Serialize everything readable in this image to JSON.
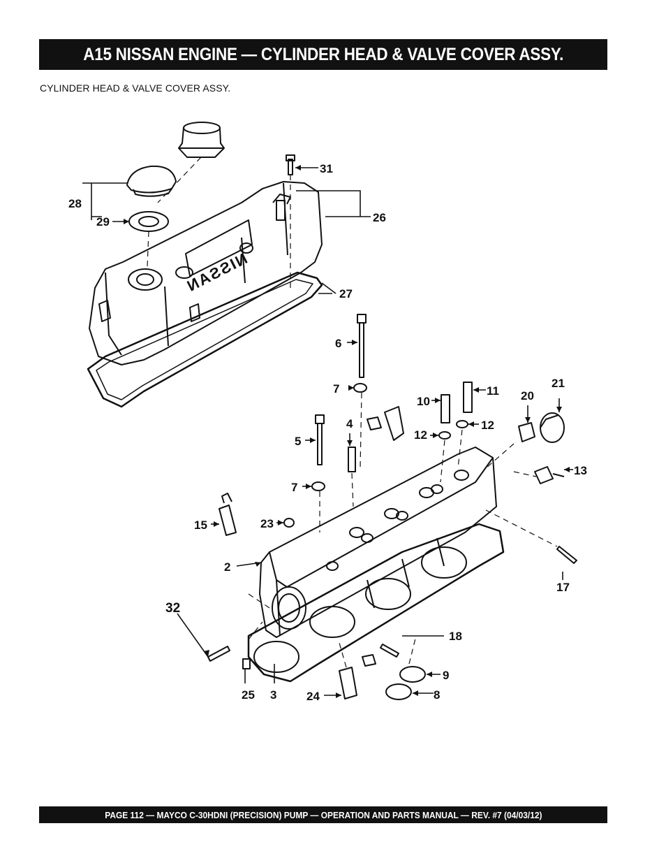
{
  "header": {
    "title": "A15 NISSAN ENGINE — CYLINDER HEAD & VALVE COVER ASSY."
  },
  "section": {
    "subtitle": "CYLINDER HEAD & VALVE COVER ASSY."
  },
  "diagram": {
    "logo_text": "NISSAN",
    "callouts": [
      "31",
      "28",
      "29",
      "26",
      "27",
      "6",
      "7",
      "10",
      "11",
      "21",
      "20",
      "5",
      "4",
      "12",
      "12",
      "13",
      "7",
      "15",
      "23",
      "2",
      "17",
      "32",
      "18",
      "9",
      "25",
      "3",
      "24",
      "8"
    ]
  },
  "footer": {
    "text": "PAGE 112 — MAYCO C-30HDNI (PRECISION) PUMP — OPERATION AND PARTS MANUAL — REV. #7 (04/03/12)"
  }
}
